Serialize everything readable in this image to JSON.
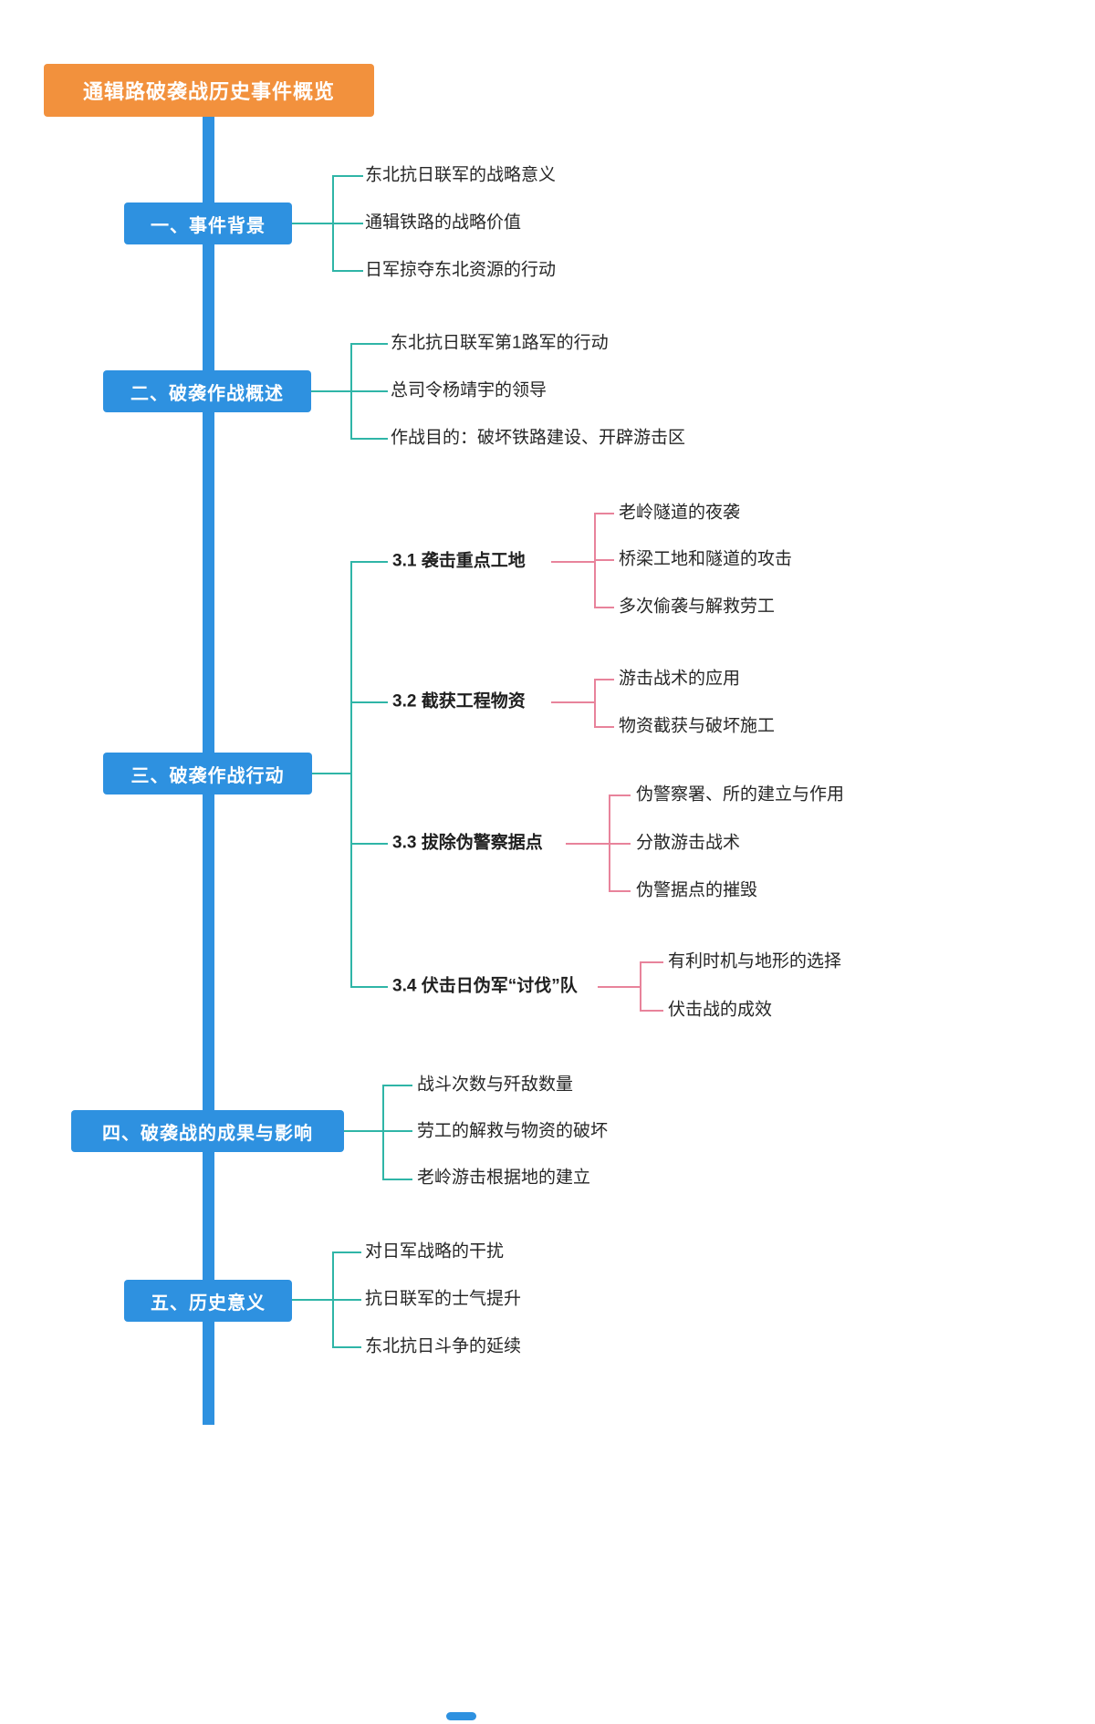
{
  "root": {
    "label": "通辑路破袭战历史事件概览"
  },
  "branches": [
    {
      "label": "一、事件背景",
      "children": [
        {
          "label": "东北抗日联军的战略意义"
        },
        {
          "label": "通辑铁路的战略价值"
        },
        {
          "label": "日军掠夺东北资源的行动"
        }
      ]
    },
    {
      "label": "二、破袭作战概述",
      "children": [
        {
          "label": "东北抗日联军第1路军的行动"
        },
        {
          "label": "总司令杨靖宇的领导"
        },
        {
          "label": "作战目的：破坏铁路建设、开辟游击区"
        }
      ]
    },
    {
      "label": "三、破袭作战行动",
      "subtopics": [
        {
          "label": "3.1 袭击重点工地",
          "children": [
            {
              "label": "老岭隧道的夜袭"
            },
            {
              "label": "桥梁工地和隧道的攻击"
            },
            {
              "label": "多次偷袭与解救劳工"
            }
          ]
        },
        {
          "label": "3.2 截获工程物资",
          "children": [
            {
              "label": "游击战术的应用"
            },
            {
              "label": "物资截获与破坏施工"
            }
          ]
        },
        {
          "label": "3.3 拔除伪警察据点",
          "children": [
            {
              "label": "伪警察署、所的建立与作用"
            },
            {
              "label": "分散游击战术"
            },
            {
              "label": "伪警据点的摧毁"
            }
          ]
        },
        {
          "label": "3.4 伏击日伪军“讨伐”队",
          "children": [
            {
              "label": "有利时机与地形的选择"
            },
            {
              "label": "伏击战的成效"
            }
          ]
        }
      ]
    },
    {
      "label": "四、破袭战的成果与影响",
      "children": [
        {
          "label": "战斗次数与歼敌数量"
        },
        {
          "label": "劳工的解救与物资的破坏"
        },
        {
          "label": "老岭游击根据地的建立"
        }
      ]
    },
    {
      "label": "五、历史意义",
      "children": [
        {
          "label": "对日军战略的干扰"
        },
        {
          "label": "抗日联军的士气提升"
        },
        {
          "label": "东北抗日斗争的延续"
        }
      ]
    }
  ],
  "colors": {
    "root_node": "#F2913D",
    "main_topic": "#2E91E0",
    "spine": "#2E91E0",
    "level2_connector": "#2FB5A7",
    "level3_connector": "#E8839B",
    "text": "#262626",
    "background": "#FFFFFF"
  }
}
